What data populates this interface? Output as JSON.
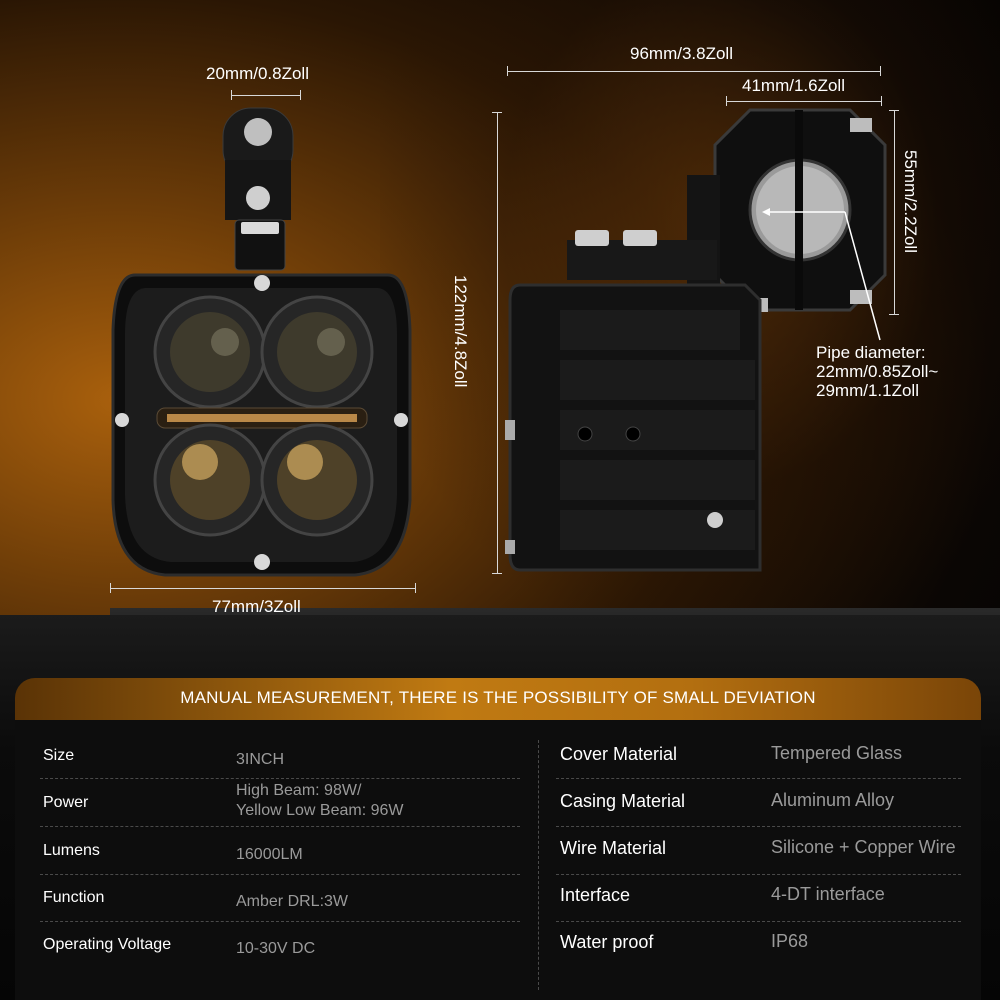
{
  "dimensions": {
    "mount_width": "20mm/0.8Zoll",
    "face_width": "77mm/3Zoll",
    "height": "122mm/4.8Zoll",
    "depth": "96mm/3.8Zoll",
    "clamp_width": "41mm/1.6Zoll",
    "clamp_height": "55mm/2.2Zoll"
  },
  "pipe_note": {
    "line1": "Pipe diameter:",
    "line2": "22mm/0.85Zoll~",
    "line3": "29mm/1.1Zoll"
  },
  "banner": "MANUAL MEASUREMENT, THERE IS THE POSSIBILITY OF SMALL DEVIATION",
  "specs_left": [
    {
      "label": "Size",
      "value": "3INCH"
    },
    {
      "label": "Power",
      "value": "High Beam: 98W/",
      "value2": "Yellow Low Beam: 96W"
    },
    {
      "label": "Lumens",
      "value": "16000LM"
    },
    {
      "label": "Function",
      "value": "Amber DRL:3W"
    },
    {
      "label": "Operating Voltage",
      "value": "10-30V DC"
    }
  ],
  "specs_right": [
    {
      "label": "Cover Material",
      "value": "Tempered Glass"
    },
    {
      "label": "Casing Material",
      "value": "Aluminum Alloy"
    },
    {
      "label": "Wire Material",
      "value": "Silicone + Copper Wire"
    },
    {
      "label": "Interface",
      "value": "4-DT interface"
    },
    {
      "label": "Water proof",
      "value": "IP68"
    }
  ],
  "colors": {
    "accent": "#c07a12",
    "panel": "#0d0d0d",
    "value_text": "#9a9a9a"
  }
}
